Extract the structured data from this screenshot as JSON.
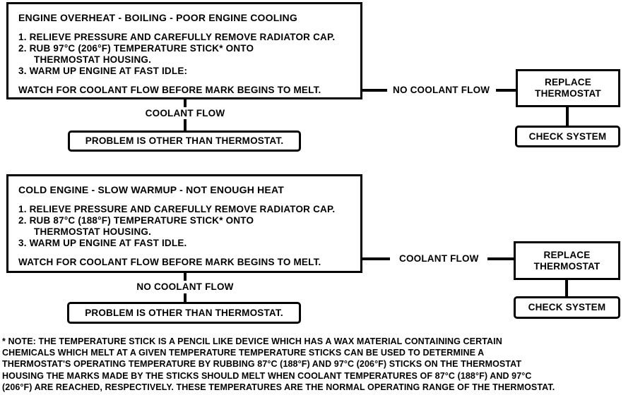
{
  "colors": {
    "ink": "#000000",
    "paper": "#ffffff"
  },
  "sections": [
    {
      "title": "ENGINE OVERHEAT - BOILING - POOR ENGINE COOLING",
      "steps": [
        "1. RELIEVE PRESSURE AND CAREFULLY REMOVE RADIATOR CAP.",
        "2. RUB 97°C (206°F) TEMPERATURE STICK* ONTO",
        "THERMOSTAT HOUSING.",
        "3. WARM UP ENGINE AT FAST IDLE:"
      ],
      "watch": "WATCH FOR COOLANT FLOW BEFORE MARK BEGINS TO MELT.",
      "right_branch": "NO COOLANT FLOW",
      "down_branch": "COOLANT FLOW",
      "replace_line1": "REPLACE",
      "replace_line2": "THERMOSTAT",
      "check": "CHECK SYSTEM",
      "problem": "PROBLEM IS OTHER THAN THERMOSTAT."
    },
    {
      "title": "COLD ENGINE - SLOW WARMUP - NOT ENOUGH HEAT",
      "steps": [
        "1. RELIEVE PRESSURE AND CAREFULLY REMOVE RADIATOR CAP.",
        "2. RUB 87°C (188°F) TEMPERATURE STICK* ONTO",
        "THERMOSTAT HOUSING.",
        "3. WARM UP ENGINE AT FAST IDLE."
      ],
      "watch": "WATCH FOR COOLANT FLOW BEFORE MARK BEGINS TO MELT.",
      "right_branch": "COOLANT FLOW",
      "down_branch": "NO COOLANT FLOW",
      "replace_line1": "REPLACE",
      "replace_line2": "THERMOSTAT",
      "check": "CHECK SYSTEM",
      "problem": "PROBLEM IS OTHER THAN THERMOSTAT."
    }
  ],
  "footnote": {
    "lines": [
      "* NOTE: THE TEMPERATURE STICK IS A PENCIL LIKE DEVICE WHICH HAS A WAX MATERIAL CONTAINING CERTAIN",
      "CHEMICALS WHICH MELT AT A GIVEN TEMPERATURE  TEMPERATURE STICKS CAN BE USED TO DETERMINE A",
      "THERMOSTAT'S OPERATING TEMPERATURE BY RUBBING 87°C (188°F) AND 97°C (206°F) STICKS ON THE THERMOSTAT",
      "HOUSING  THE MARKS MADE BY THE STICKS SHOULD MELT WHEN COOLANT TEMPERATURES OF 87°C (188°F) AND 97°C",
      "(206°F) ARE REACHED, RESPECTIVELY. THESE TEMPERATURES ARE THE NORMAL OPERATING RANGE OF THE THERMOSTAT."
    ]
  }
}
